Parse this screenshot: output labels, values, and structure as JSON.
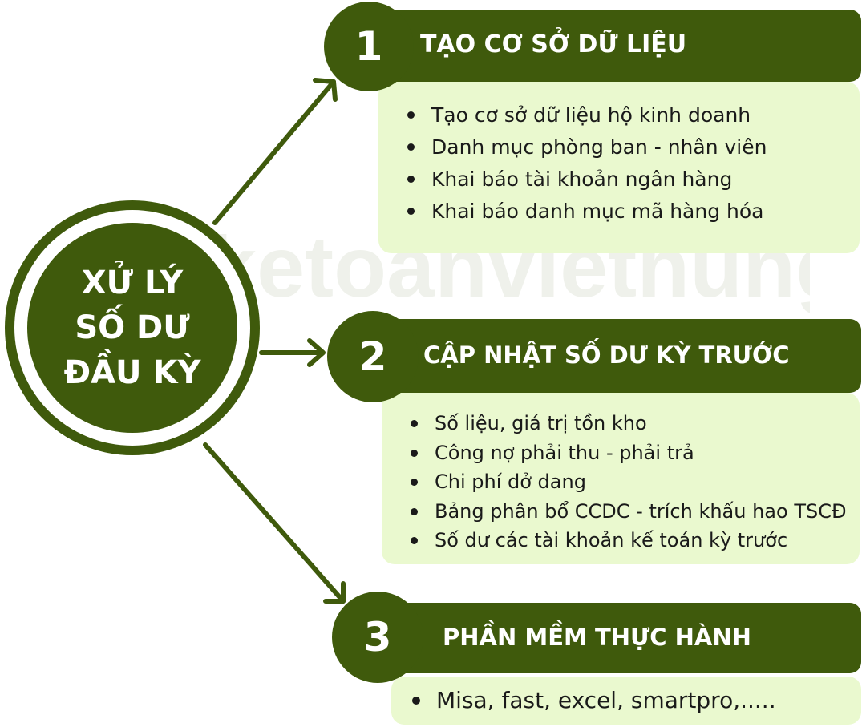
{
  "colors": {
    "dark_green": "#3f5a0c",
    "panel_green": "#eaf9cf",
    "text_dark": "#1a1a1a",
    "white": "#ffffff"
  },
  "watermark": {
    "text": "ketoanviethung"
  },
  "hub": {
    "lines": [
      "XỬ LÝ",
      "SỐ DƯ",
      "ĐẦU KỲ"
    ]
  },
  "steps": [
    {
      "number": "1",
      "title": "TẠO CƠ SỞ DỮ LIỆU",
      "items": [
        "Tạo cơ sở dữ liệu hộ kinh doanh",
        "Danh mục phòng ban - nhân viên",
        "Khai báo tài khoản ngân hàng",
        "Khai báo danh mục mã hàng hóa"
      ]
    },
    {
      "number": "2",
      "title": "CẬP NHẬT SỐ DƯ KỲ TRƯỚC",
      "items": [
        "Số liệu, giá trị tồn kho",
        "Công nợ phải thu - phải trả",
        "Chi phí dở dang",
        "Bảng phân bổ CCDC - trích khấu hao TSCĐ",
        "Số dư các tài khoản kế toán kỳ trước"
      ]
    },
    {
      "number": "3",
      "title": "PHẦN MỀM THỰC HÀNH",
      "items": [
        "Misa, fast, excel, smartpro,....."
      ]
    }
  ]
}
